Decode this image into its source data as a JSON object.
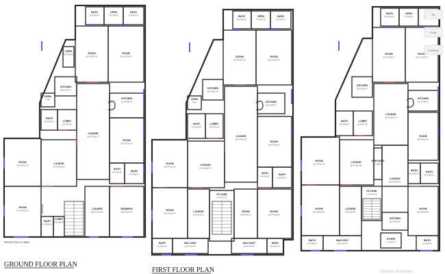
{
  "titles": {
    "ground": "GROUND FLOOR PLAN",
    "first": "FIRST FLOOR PLAN"
  },
  "projection_note": "PROJECTION 4'-6\" WIDE",
  "watermark": "Activate Windows",
  "side_toolbar": [
    "Fit",
    "Print",
    "Comment"
  ],
  "colors": {
    "wall": "#2b2b2b",
    "window": "#6a5acd",
    "door": "#c0392b",
    "accent_red": "#d04040"
  },
  "plans": [
    {
      "id": "ground",
      "rooms": [
        {
          "n": "BATH",
          "d": "5'-0\"X6'-0\""
        },
        {
          "n": "OPEN",
          "d": "7'-0\"X6'-0\""
        },
        {
          "n": "BATH",
          "d": "5'-0\"X6'-0\""
        },
        {
          "n": "ROOM",
          "d": "12'-0\"X14'-0\""
        },
        {
          "n": "ROOM",
          "d": "12'-0\"X14'-0\""
        },
        {
          "n": "OPEN",
          "d": "5'-0\"X6'-0\""
        },
        {
          "n": "KITCHEN",
          "d": "8'-0\"X11'-0\""
        },
        {
          "n": "KITCHEN",
          "d": "11'-0\"X8'-0\""
        },
        {
          "n": "OPEN",
          "d": "4'-0\""
        },
        {
          "n": "BATH",
          "d": "5'-0\"X6'-0\""
        },
        {
          "n": "LOBBY",
          "d": "5'-0\"X7'-0\""
        },
        {
          "n": "LOUNGE",
          "d": "14'-0\"X21'-0\""
        },
        {
          "n": "ROOM",
          "d": "12'-0\"X11'-0\""
        },
        {
          "n": "ROOM",
          "d": "14'-0\"X11'-0\""
        },
        {
          "n": "LOUNGE",
          "d": "12'-0\"X16'-0\""
        },
        {
          "n": "BATH",
          "d": "4'-0\"X6'-0\""
        },
        {
          "n": "BATH",
          "d": "5'-0\"X5'-0\""
        },
        {
          "n": "ROOM",
          "d": "14'-0\"X12'-0\""
        },
        {
          "n": "BATH",
          "d": "4'-0\"X6'-0\""
        },
        {
          "n": "LOBBY",
          "d": "4'-0\"X6'-0\""
        },
        {
          "n": "LOUNGE",
          "d": "16'-0\"X13'-6\""
        },
        {
          "n": "DRAWING",
          "d": "12'-0\"X13'-6\""
        }
      ]
    },
    {
      "id": "first",
      "rooms": [
        {
          "n": "BATH",
          "d": "5'-0\"X6'-0\""
        },
        {
          "n": "OPEN",
          "d": "7'-0\"X6'-0\""
        },
        {
          "n": "BATH",
          "d": "5'-0\"X6'-0\""
        },
        {
          "n": "ROOM",
          "d": "12'-0\"X14'-0\""
        },
        {
          "n": "ROOM",
          "d": "12'-0\"X14'-0\""
        },
        {
          "n": "KITCHEN",
          "d": "8'-0\"X11'-0\""
        },
        {
          "n": "KITCHEN",
          "d": "11'-0\"X8'-0\""
        },
        {
          "n": "OPEN",
          "d": "4'-0\""
        },
        {
          "n": "BATH",
          "d": "5'-0\"X6'-0\""
        },
        {
          "n": "LOBBY",
          "d": "5'-0\"X7'-0\""
        },
        {
          "n": "LOUNGE",
          "d": "14'-0\"X21'-0\""
        },
        {
          "n": "ROOM",
          "d": "12'-0\"X11'-0\""
        },
        {
          "n": "ROOM",
          "d": "14'-0\"X11'-0\""
        },
        {
          "n": "LOUNGE",
          "d": "12'-0\"X16'-0\""
        },
        {
          "n": "BATH",
          "d": "4'-0\"X6'-0\""
        },
        {
          "n": "BATH",
          "d": "5'-0\"X5'-0\""
        },
        {
          "n": "ST.CASE",
          "d": "7'-0\"X17'-0\""
        },
        {
          "n": "ROOM",
          "d": "14'-0\"X12'-0\""
        },
        {
          "n": "LOUNGE",
          "d": "9'-0\"X12'-0\""
        },
        {
          "n": "ROOM",
          "d": "9'-0\"X12'-0\""
        },
        {
          "n": "ROOM",
          "d": "13'-0\"X13'-6\""
        },
        {
          "n": "BATH",
          "d": "5'-0\"X5'-0\""
        },
        {
          "n": "BALCONY",
          "d": "16'-0\"X4'-6\""
        },
        {
          "n": "BALCONY",
          "d": "16'-0\"X4'-6\""
        },
        {
          "n": "BATH",
          "d": "5'-0\"X5'-0\""
        }
      ]
    },
    {
      "id": "second",
      "rooms": [
        {
          "n": "BATH",
          "d": "5'-0\"X6'-0\""
        },
        {
          "n": "OPEN",
          "d": "7'-0\"X6'-0\""
        },
        {
          "n": "BATH",
          "d": "5'-0\"X6'-0\""
        },
        {
          "n": "ROOM",
          "d": "12'-0\"X14'-0\""
        },
        {
          "n": "ROOM",
          "d": "12'-0\"X14'-0\""
        },
        {
          "n": "KITCHEN",
          "d": "8'-0\"X11'-0\""
        },
        {
          "n": "KITCHEN",
          "d": "11'-0\"X8'-0\""
        },
        {
          "n": "BATH",
          "d": "5'-0\"X6'-0\""
        },
        {
          "n": "LOBBY",
          "d": "5'-0\"X7'-0\""
        },
        {
          "n": "LOUNGE",
          "d": "14'-0\"X21'-0\""
        },
        {
          "n": "ROOM",
          "d": "12'-0\"X11'-0\""
        },
        {
          "n": "ROOM",
          "d": "14'-0\"X11'-0\""
        },
        {
          "n": "LOUNGE",
          "d": "12'-0\"X16'-0\""
        },
        {
          "n": "DRESSING",
          "d": "5'-0\"X8'-0\""
        },
        {
          "n": "LOUNGE",
          "d": "16'-0\"X16'-0\""
        },
        {
          "n": "BATH",
          "d": "4'-0\"X6'-0\""
        },
        {
          "n": "BATH",
          "d": "5'-0\"X5'-0\""
        },
        {
          "n": "ST.CASE",
          "d": "7'-0\"X17'-0\""
        },
        {
          "n": "ROOM",
          "d": "14'-0\"X12'-0\""
        },
        {
          "n": "LOUNGE",
          "d": "9'-0\"X12'-0\""
        },
        {
          "n": "ROOM",
          "d": "13'-0\"X13'-6\""
        },
        {
          "n": "KITCHEN",
          "d": "10'-0\"X8'-0\""
        },
        {
          "n": "STORE",
          "d": "7'-0\"X5'-0\""
        },
        {
          "n": "BATH",
          "d": "5'-0\"X5'-0\""
        },
        {
          "n": "BALCONY",
          "d": "16'-0\"X4'-6\""
        },
        {
          "n": "BATH",
          "d": "5'-0\"X5'-0\""
        }
      ]
    }
  ]
}
